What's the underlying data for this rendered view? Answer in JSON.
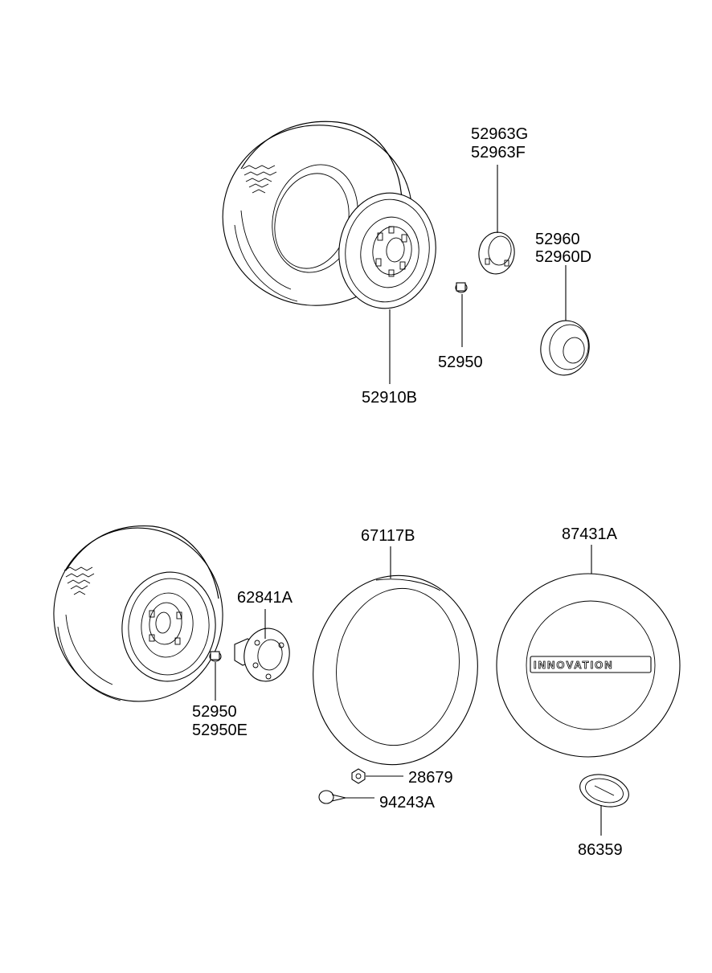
{
  "labels": {
    "wheel_upper": "52910B",
    "hub_ring": [
      "52963G",
      "52963F"
    ],
    "center_cap": [
      "52960",
      "52960D"
    ],
    "lug_nut_upper": "52950",
    "lug_nut_lower": [
      "52950",
      "52950E"
    ],
    "carrier_bracket": "62841A",
    "tire_cover": "67117B",
    "cover_plate": "87431A",
    "nut": "28679",
    "screw": "94243A",
    "emblem": "86359"
  },
  "emblem_text": "INNOVATION"
}
